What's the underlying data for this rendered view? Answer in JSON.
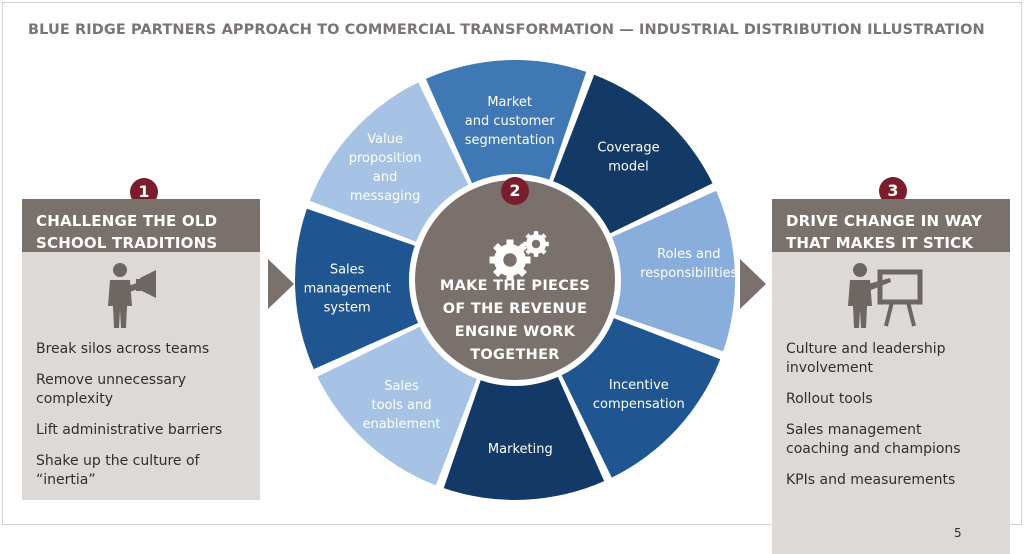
{
  "title": "BLUE RIDGE PARTNERS APPROACH TO COMMERCIAL TRANSFORMATION — INDUSTRIAL DISTRIBUTION ILLUSTRATION",
  "colors": {
    "dark_blue": "#133a66",
    "mid_blue": "#1f5691",
    "blue": "#3f78b5",
    "light_blue": "#89aedb",
    "lighter_blue": "#a6c3e6",
    "taupe": "#7a706c",
    "light_taupe": "#dcd9d6",
    "maroon": "#7a1d2c"
  },
  "left": {
    "number": "1",
    "heading_lines": [
      "CHALLENGE THE OLD",
      "SCHOOL TRADITIONS"
    ],
    "icon": "person-megaphone-icon",
    "items": [
      {
        "lines": [
          "Break silos across teams"
        ]
      },
      {
        "lines": [
          "Remove unnecessary",
          "complexity"
        ]
      },
      {
        "lines": [
          "Lift administrative barriers"
        ]
      },
      {
        "lines": [
          "Shake up the culture of",
          "“inertia”"
        ]
      }
    ]
  },
  "center": {
    "number": "2",
    "icon": "gears-icon",
    "hub_lines": [
      "MAKE THE PIECES",
      "OF THE REVENUE",
      "ENGINE WORK",
      "TOGETHER"
    ],
    "segments": [
      {
        "lines": [
          "Coverage",
          "model"
        ],
        "color": "#133a66"
      },
      {
        "lines": [
          "Roles and",
          "responsibilities"
        ],
        "color": "#89aedb"
      },
      {
        "lines": [
          "Incentive",
          "compensation"
        ],
        "color": "#1f5691"
      },
      {
        "lines": [
          "Marketing"
        ],
        "color": "#133a66"
      },
      {
        "lines": [
          "Sales",
          "tools and",
          "enablement"
        ],
        "color": "#a6c3e6"
      },
      {
        "lines": [
          "Sales",
          "management",
          "system"
        ],
        "color": "#1f5691"
      },
      {
        "lines": [
          "Value",
          "proposition",
          "and",
          "messaging"
        ],
        "color": "#a6c3e6"
      },
      {
        "lines": [
          "Market",
          "and customer",
          "segmentation"
        ],
        "color": "#3f78b5"
      }
    ]
  },
  "right": {
    "number": "3",
    "heading_lines": [
      "DRIVE CHANGE IN WAY",
      "THAT MAKES IT STICK"
    ],
    "icon": "presenter-board-icon",
    "items": [
      {
        "lines": [
          "Culture and leadership",
          "involvement"
        ]
      },
      {
        "lines": [
          "Rollout tools"
        ]
      },
      {
        "lines": [
          "Sales management",
          "coaching and champions"
        ]
      },
      {
        "lines": [
          "KPIs and measurements"
        ]
      }
    ],
    "page_number": "5"
  }
}
